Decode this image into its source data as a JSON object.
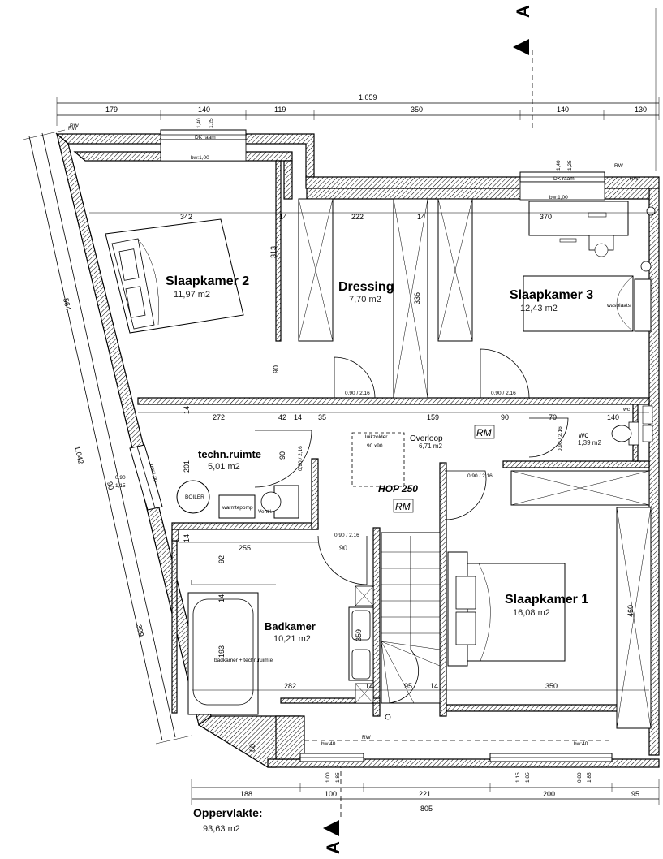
{
  "section_marker": "A",
  "dims_top": {
    "total": "1.059",
    "d1": "179",
    "d2": "140",
    "d3": "119",
    "d4": "350",
    "d5": "140",
    "d6": "130"
  },
  "dims_bottom": {
    "total": "805",
    "d1": "188",
    "d2": "100",
    "d3": "221",
    "d4": "200",
    "d5": "95"
  },
  "dims_left": {
    "outer": "1.042",
    "inner": "564",
    "low": "399",
    "win": "90"
  },
  "window_top_left": {
    "name": "DK raam",
    "bw": "bw:1,00",
    "h1": "1,40",
    "h2": "1,25",
    "rw": "RW"
  },
  "window_top_right": {
    "name": "DK raam",
    "bw": "bw:1,00",
    "h1": "1,40",
    "h2": "1,25",
    "rw": "RW"
  },
  "rooms": {
    "slaapkamer2": {
      "name": "Slaapkamer 2",
      "area": "11,97 m2"
    },
    "dressing": {
      "name": "Dressing",
      "area": "7,70 m2"
    },
    "slaapkamer3": {
      "name": "Slaapkamer 3",
      "area": "12,43 m2"
    },
    "techn": {
      "name": "techn.ruimte",
      "area": "5,01 m2"
    },
    "overloop": {
      "name": "Overloop",
      "area": "6,71 m2"
    },
    "wc": {
      "name": "wc",
      "area": "1,39 m2"
    },
    "badkamer": {
      "name": "Badkamer",
      "area": "10,21 m2"
    },
    "slaapkamer1": {
      "name": "Slaapkamer 1",
      "area": "16,08 m2"
    }
  },
  "inner_dims": {
    "d342": "342",
    "d14a": "14",
    "d222": "222",
    "d14b": "14",
    "d370": "370",
    "d313": "313",
    "d336": "336",
    "d90a": "90",
    "d272": "272",
    "d42": "42",
    "d14c": "14",
    "d35": "35",
    "d159": "159",
    "d90b": "90",
    "d70": "70",
    "d140": "140",
    "d201": "201",
    "d90c": "90",
    "d255": "255",
    "d90d": "90",
    "d92": "92",
    "d14d": "14",
    "d193": "193",
    "d359": "359",
    "d460": "460",
    "d282": "282",
    "d14e": "14",
    "d95": "95",
    "d14f": "14",
    "d350": "350",
    "d60": "60",
    "d14g": "14",
    "d14h": "14"
  },
  "doors": {
    "d1": "0,90 / 2,16",
    "d2": "0,90 / 2,16",
    "d3": "0,90 / 2,16",
    "d4": "0,90 / 2,16",
    "d5": "0,90 / 2,16",
    "d6": "0,90 / 2,16"
  },
  "labels": {
    "luik": "luikzolder",
    "luik_size": "90 x90",
    "hop": "HOP 250",
    "rm1": "RM",
    "rm2": "RM",
    "boiler": "BOILER",
    "warmtepomp": "warmtepomp",
    "ventil": "Ventil.",
    "wasplaats": "wasplaats",
    "wc_label": "wc",
    "badk_techn": "badkamer + techn.ruimte",
    "bw40a": "bw:40",
    "bw40b": "bw:40",
    "rw_bottom": "RW",
    "win_left_a": "0,90",
    "win_left_b": "1,15",
    "bw_left": "bw:1,00",
    "win_b1": "1,00",
    "win_b2": "1,85",
    "win_b3": "1,15",
    "win_b4": "1,85",
    "win_b5": "0,80",
    "win_b6": "1,85",
    "rw_left": "RW",
    "rw_right": "RW"
  },
  "footer": {
    "title": "Oppervlakte:",
    "value": "93,63 m2"
  }
}
